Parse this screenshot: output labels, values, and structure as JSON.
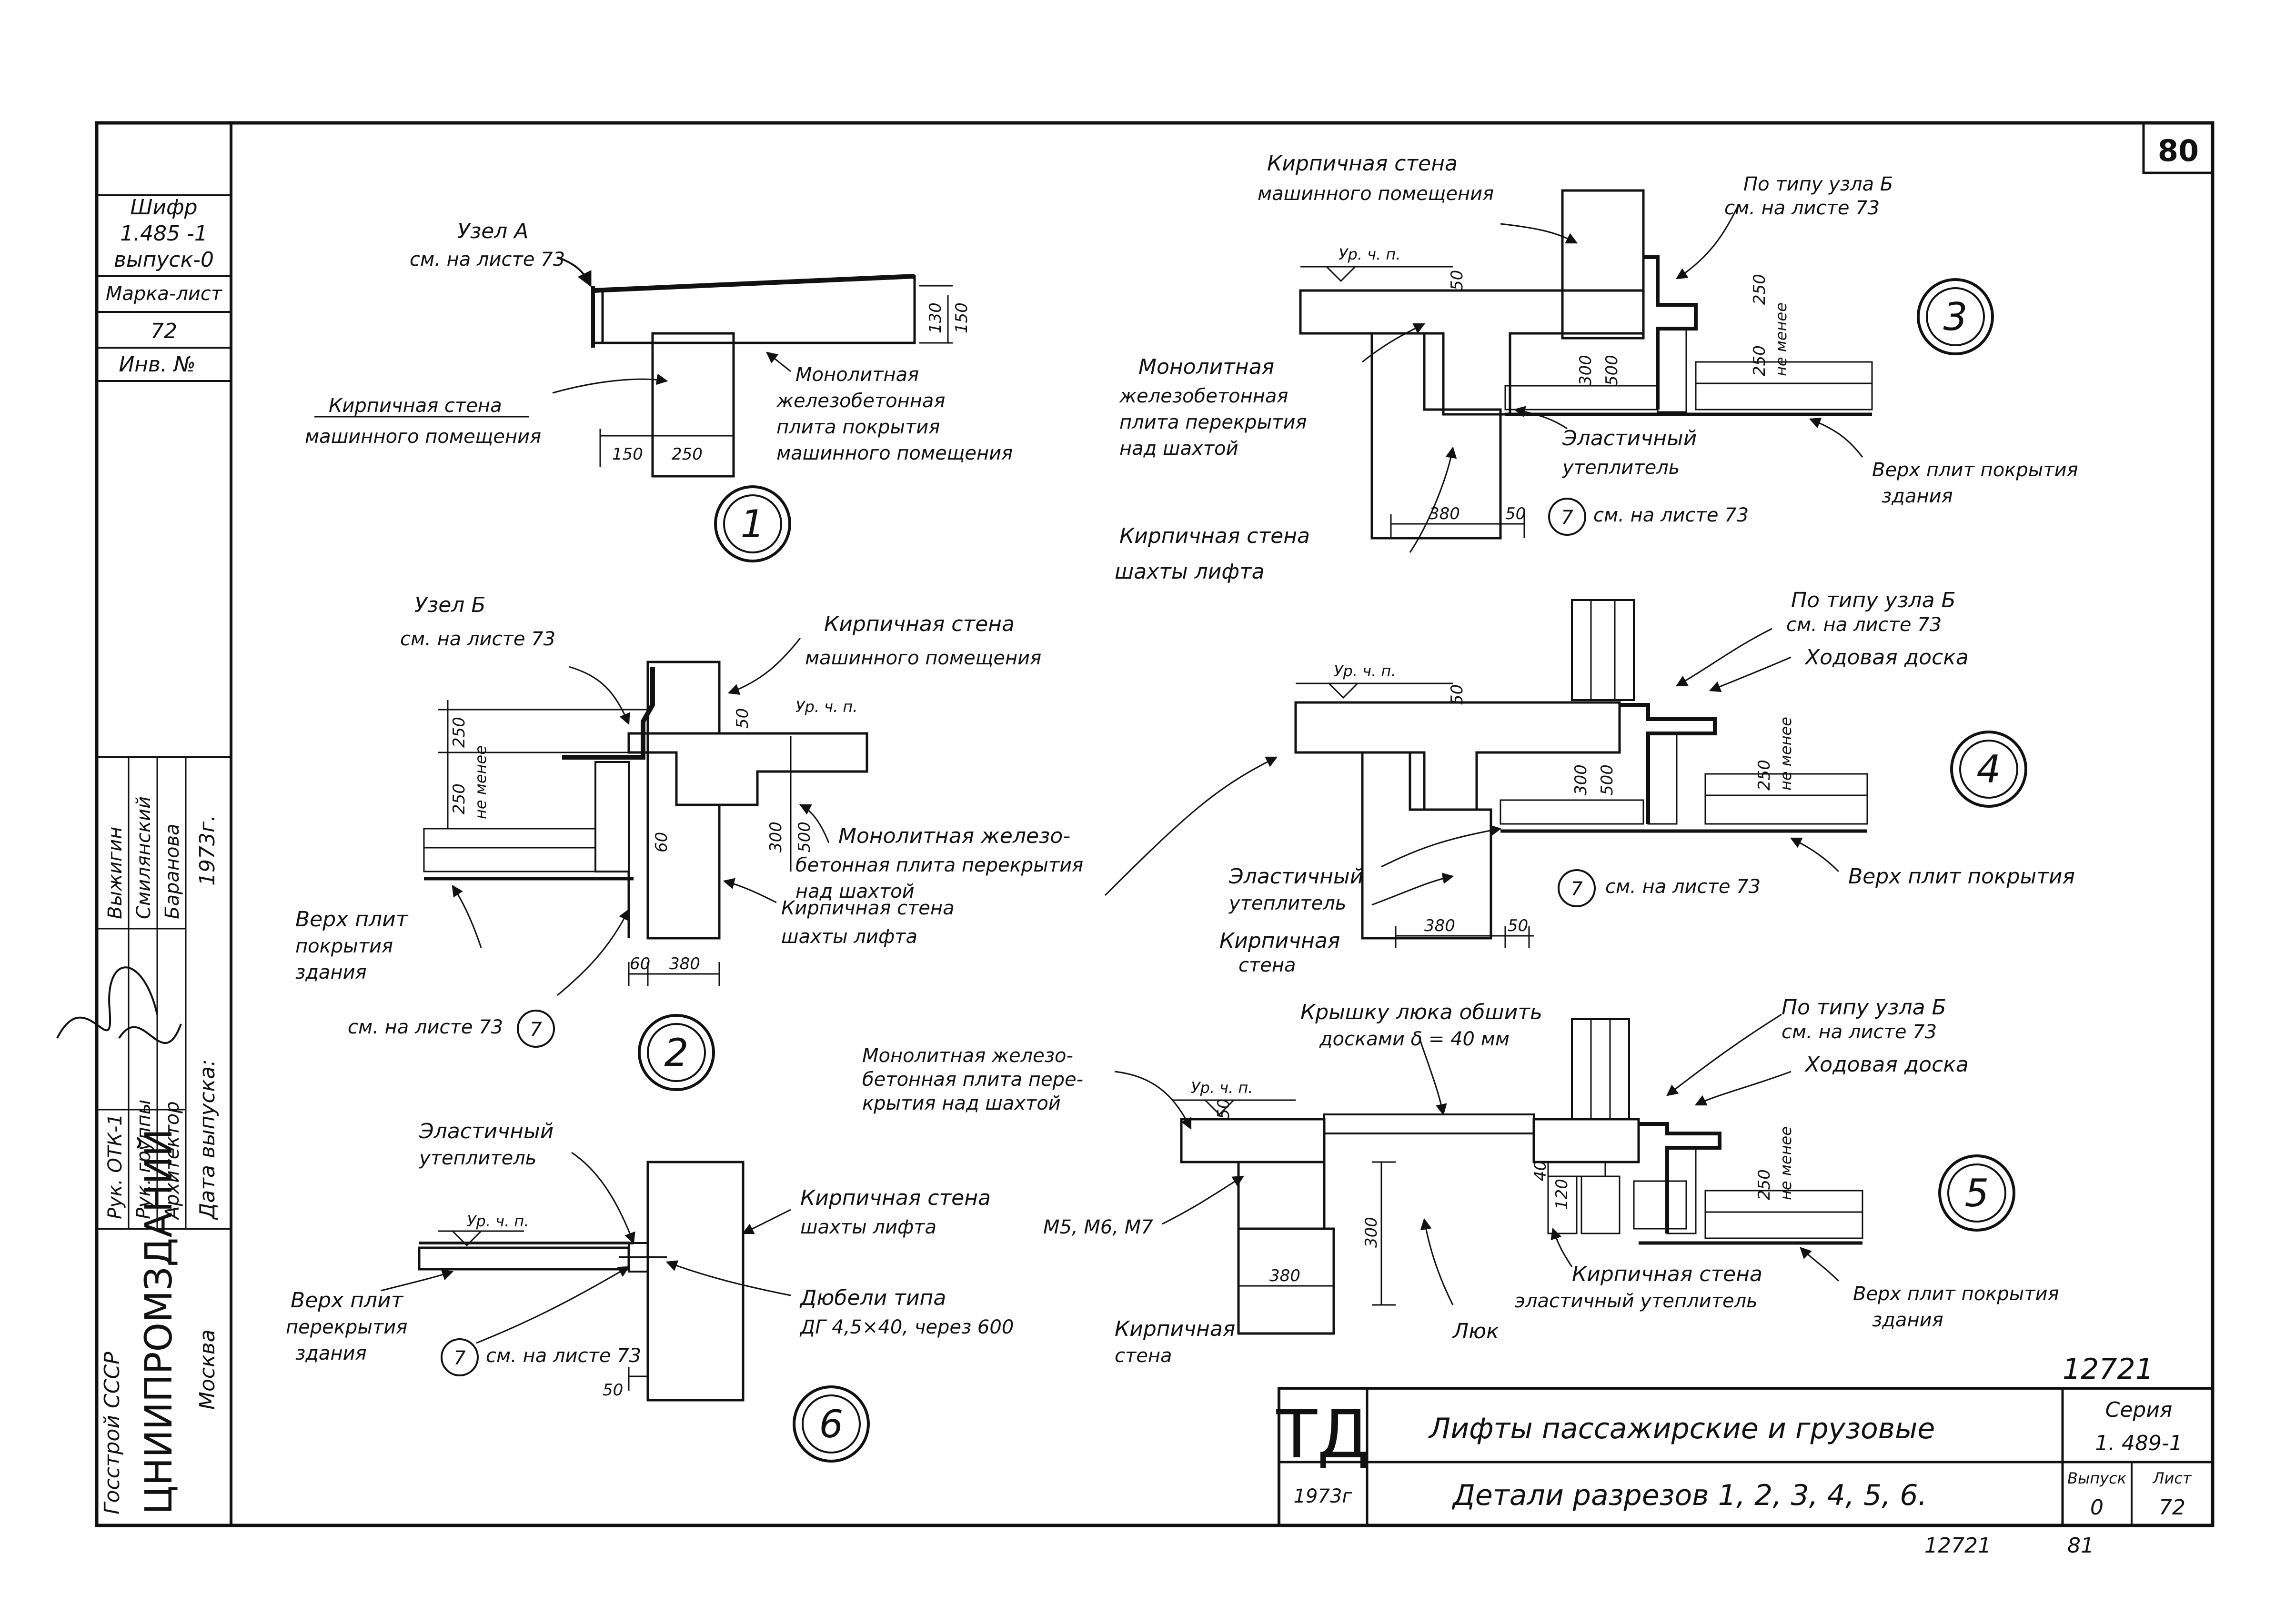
{
  "sheet_number": "80",
  "inventory_number": "12721",
  "footer_archive": "12721",
  "footer_page": "81",
  "side_block": {
    "code_label": "Шифр",
    "code_value": "1.485 -1",
    "issue": "выпуск-0",
    "mark_sheet_label": "Марка-лист",
    "mark_sheet_value": "72",
    "inv_label": "Инв. №",
    "roles": [
      "Рук. ОТК-1",
      "Рук. группы",
      "Архитектор"
    ],
    "names": [
      "Выжигин",
      "Смилянский",
      "Баранова"
    ],
    "release_label": "Дата выпуска:",
    "release_year": "1973г.",
    "org_top": "Госстрой СССР",
    "org_name": "ЦНИИПРОМЗДАНИЙ",
    "city": "Москва"
  },
  "title_block": {
    "logo": "ТД",
    "year": "1973г",
    "title": "Лифты пассажирские и грузовые",
    "subtitle": "Детали разрезов 1, 2, 3, 4, 5, 6.",
    "series_label": "Серия",
    "series_value": "1. 489-1",
    "issue_label": "Выпуск",
    "issue_value": "0",
    "sheet_label": "Лист",
    "sheet_value": "72"
  },
  "details": [
    {
      "number": "1",
      "labels": [
        "Узел А",
        "см. на листе 73",
        "Кирпичная стена",
        "машинного помещения",
        "Монолитная",
        "железобетонная",
        "плита покрытия",
        "машинного помещения"
      ],
      "dims": [
        "150",
        "250",
        "130",
        "150"
      ]
    },
    {
      "number": "2",
      "labels": [
        "Узел Б",
        "см. на листе 73",
        "Кирпичная стена",
        "машинного помещения",
        "Ур. ч. п.",
        "Монолитная железо-",
        "бетонная плита перекрытия",
        "над шахтой",
        "Кирпичная стена",
        "шахты лифта",
        "Верх плит",
        "покрытия",
        "здания",
        "см. на листе 73"
      ],
      "dims": [
        "250",
        "250",
        "не менее",
        "50",
        "300",
        "500",
        "60",
        "380",
        "60"
      ],
      "ref": "7"
    },
    {
      "number": "3",
      "labels": [
        "Кирпичная стена",
        "машинного помещения",
        "По типу узла Б",
        "см. на листе 73",
        "Ур. ч. п.",
        "Монолитная",
        "железобетонная",
        "плита перекрытия",
        "над шахтой",
        "Эластичный",
        "утеплитель",
        "Верх плит покрытия",
        "здания",
        "Кирпичная стена",
        "шахты лифта",
        "см. на листе 73"
      ],
      "dims": [
        "50",
        "250",
        "250",
        "не менее",
        "300",
        "500",
        "380",
        "50"
      ],
      "ref": "7"
    },
    {
      "number": "4",
      "labels": [
        "По типу узла Б",
        "см. на листе 73",
        "Ходовая доска",
        "Ур. ч. п.",
        "Эластичный",
        "утеплитель",
        "Кирпичная",
        "стена",
        "Верх плит покрытия",
        "см. на листе 73"
      ],
      "dims": [
        "50",
        "250",
        "не менее",
        "300",
        "500",
        "380",
        "50"
      ],
      "ref": "7"
    },
    {
      "number": "5",
      "labels": [
        "Крышку люка обшить",
        "досками δ = 40 мм",
        "По типу узла Б",
        "см. на листе 73",
        "Ходовая доска",
        "Монолитная железо-",
        "бетонная плита пере-",
        "крытия над шахтой",
        "Ур. ч. п.",
        "М5, М6, М7",
        "Кирпичная",
        "стена",
        "Кирпичная стена",
        "эластичный утеплитель",
        "Люк",
        "Верх плит покрытия",
        "здания"
      ],
      "dims": [
        "50",
        "40",
        "120",
        "300",
        "380",
        "250",
        "не менее"
      ]
    },
    {
      "number": "6",
      "labels": [
        "Эластичный",
        "утеплитель",
        "Ур. ч. п.",
        "Кирпичная стена",
        "шахты лифта",
        "Верх плит",
        "перекрытия",
        "здания",
        "Дюбели типа",
        "ДГ 4,5×40, через 600",
        "см. на листе 73"
      ],
      "dims": [
        "50"
      ],
      "ref": "7"
    }
  ]
}
